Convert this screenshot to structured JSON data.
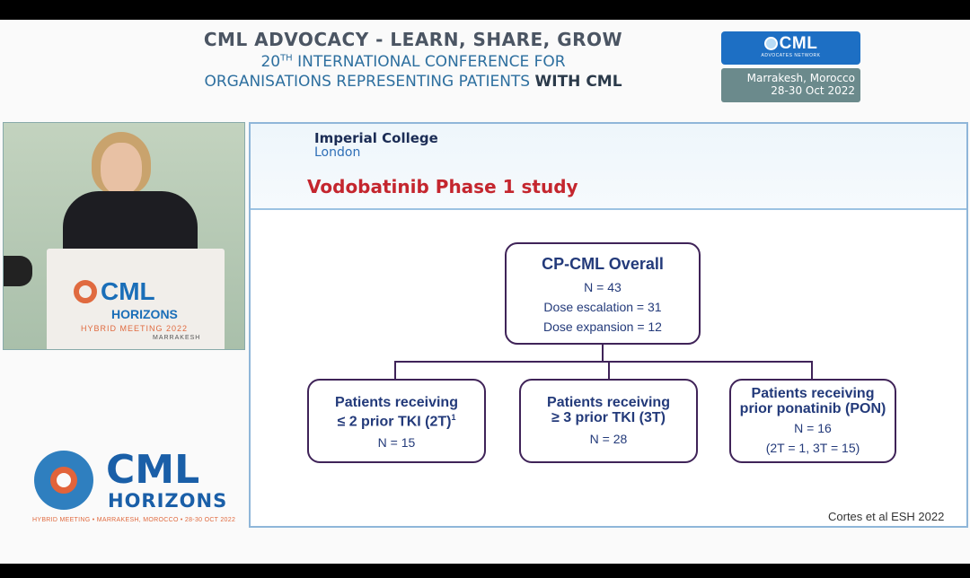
{
  "header": {
    "line1": "CML ADVOCACY - LEARN, SHARE, GROW",
    "line2_num": "20",
    "line2_sup": "TH",
    "line2_rest": " INTERNATIONAL CONFERENCE FOR",
    "line3_a": "ORGANISATIONS REPRESENTING PATIENTS ",
    "line3_b": "WITH CML"
  },
  "top_logo": {
    "name": "CML",
    "sub": "ADVOCATES NETWORK",
    "location": "Marrakesh, Morocco",
    "dates": "28-30 Oct 2022"
  },
  "podium": {
    "name": "CML",
    "sub": "HORIZONS",
    "event": "HYBRID MEETING 2022",
    "city": "MARRAKESH"
  },
  "brand_logo": {
    "name": "CML",
    "sub": "HORIZONS",
    "tagline": "HYBRID MEETING • MARRAKESH, MOROCCO • 28-30 OCT 2022"
  },
  "slide": {
    "institution_line1": "Imperial College",
    "institution_line2": "London",
    "title": "Vodobatinib Phase 1 study",
    "citation": "Cortes et al ESH 2022",
    "root": {
      "heading": "CP-CML Overall",
      "n": "N = 43",
      "escalation": "Dose escalation = 31",
      "expansion": "Dose expansion = 12"
    },
    "children": [
      {
        "heading1": "Patients receiving",
        "heading2": "≤ 2 prior TKI (2T)",
        "sup": "1",
        "n": "N = 15",
        "extra": ""
      },
      {
        "heading1": "Patients receiving",
        "heading2": "≥ 3 prior TKI (3T)",
        "sup": "",
        "n": "N = 28",
        "extra": ""
      },
      {
        "heading1": "Patients receiving",
        "heading2": "prior ponatinib (PON)",
        "sup": "",
        "n": "N = 16",
        "extra": "(2T = 1, 3T = 15)"
      }
    ]
  }
}
